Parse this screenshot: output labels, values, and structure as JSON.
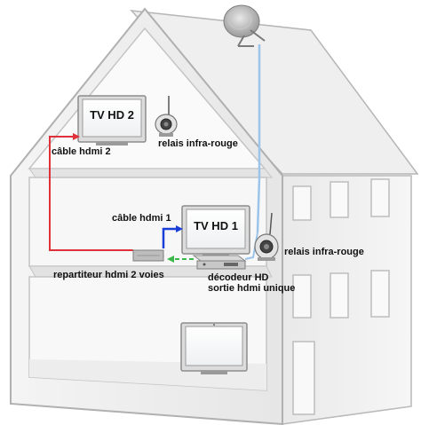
{
  "labels": {
    "tv_upper": "TV HD 2",
    "tv_middle": "TV HD 1",
    "relay_upper": "relais infra-rouge",
    "relay_middle": "relais infra-rouge",
    "cable_2": "câble hdmi 2",
    "cable_1": "câble hdmi 1",
    "splitter": "repartiteur hdmi 2 voies",
    "decoder_line1": "décodeur  HD",
    "decoder_line2": "sortie hdmi unique"
  },
  "colors": {
    "cable_hdmi_2": "#e0303a",
    "cable_hdmi_1": "#1a3fd8",
    "decoder_link": "#3cb84a",
    "satellite_feed": "#9cc4ea"
  }
}
